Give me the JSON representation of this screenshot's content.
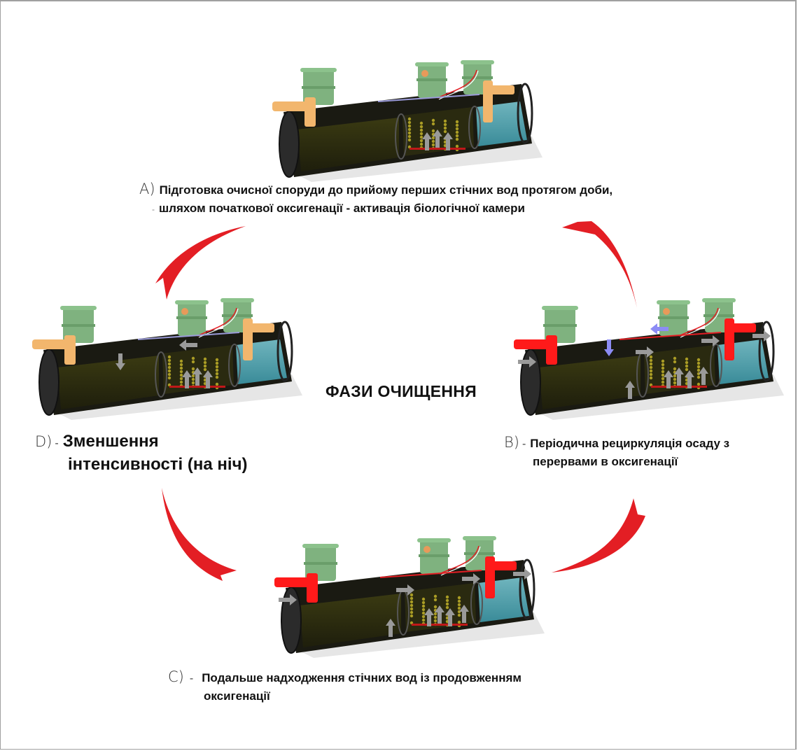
{
  "diagram": {
    "title": "ФАЗИ ОЧИЩЕННЯ",
    "colors": {
      "cycle_arrow": "#e31e24",
      "tank_body": "#1a1a12",
      "riser": "#7fb27f",
      "pipe_idle": "#f2b66d",
      "pipe_active": "#ff1a1a",
      "flow_arrow": "#9a9a9a",
      "recirc_arrow": "#8c8cf5",
      "water": "#3f9fb0",
      "media": "#c9b92a"
    },
    "phases": [
      {
        "id": "A",
        "letter": "A)",
        "lines": [
          "Підготовка очисної споруди до прийому перших стічних вод протягом доби,",
          "шляхом початкової оксигенації - активація біологічної камери"
        ],
        "pipes_active": false
      },
      {
        "id": "B",
        "letter": "B)",
        "lines": [
          "Періодична рециркуляція осаду з",
          "перервами в оксигенації"
        ],
        "pipes_active": true
      },
      {
        "id": "C",
        "letter": "C)",
        "lines": [
          "Подальше надходження стічних вод із продовженням",
          "оксигенації"
        ],
        "pipes_active": true
      },
      {
        "id": "D",
        "letter": "D)",
        "lines": [
          "Зменшення",
          "інтенсивності (на ніч)"
        ],
        "pipes_active": false
      }
    ],
    "dash": "-"
  }
}
